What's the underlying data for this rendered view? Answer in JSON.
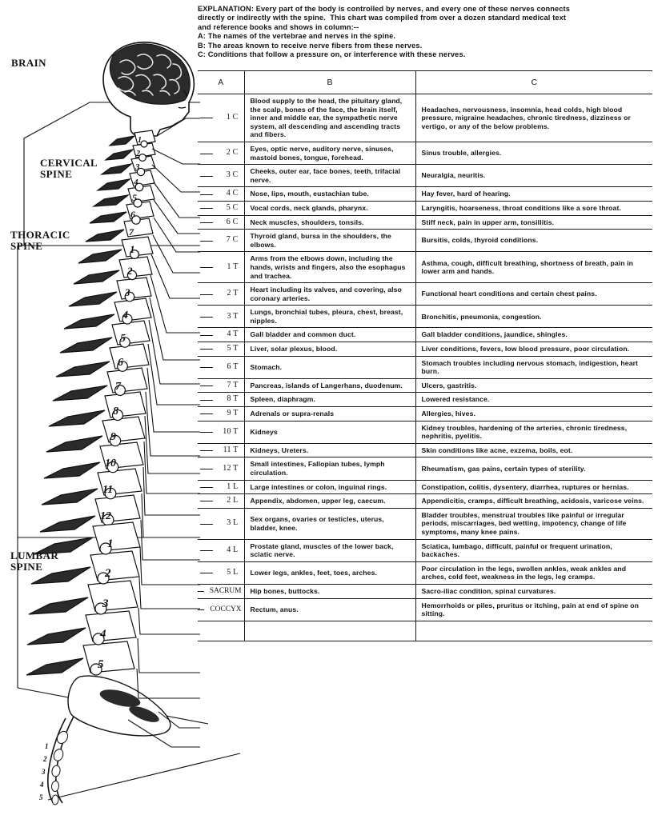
{
  "explanation": {
    "lines": [
      "EXPLANATION: Every part of the body is controlled by nerves, and every one of these nerves connects",
      "directly or indirectly with the spine.  This chart was compiled from over a dozen standard medical text",
      "and reference books and shows in column:--",
      "A: The names of the vertebrae and nerves in the spine.",
      "B: The areas known to receive nerve fibers from these nerves.",
      "C: Conditions that follow a pressure on, or interference with these nerves."
    ]
  },
  "regions": {
    "brain": "BRAIN",
    "cervical": "CERVICAL\nSPINE",
    "thoracic": "THORACIC\nSPINE",
    "lumbar": "LUMBAR\nSPINE"
  },
  "spine_numbers": {
    "cervical": [
      "1",
      "2",
      "3",
      "4",
      "5",
      "6",
      "7"
    ],
    "thoracic": [
      "1",
      "2",
      "3",
      "4",
      "5",
      "6",
      "7",
      "8",
      "9",
      "10",
      "11",
      "12"
    ],
    "lumbar": [
      "1",
      "2",
      "3",
      "4",
      "5"
    ]
  },
  "table": {
    "headers": {
      "a": "A",
      "b": "B",
      "c": "C"
    },
    "rows": [
      {
        "a": "1 C",
        "b": "Blood supply to the head, the pituitary gland, the scalp, bones of the face, the brain itself, inner and middle ear, the sympathetic nerve system, all descending and ascending tracts and fibers.",
        "c": "Headaches, nervousness, insomnia, head colds, high blood pressure, migraine headaches, chronic tiredness, dizziness or vertigo, or any of the below problems."
      },
      {
        "a": "2 C",
        "b": "Eyes, optic nerve, auditory nerve, sinuses, mastoid bones, tongue, forehead.",
        "c": "Sinus trouble, allergies."
      },
      {
        "a": "3 C",
        "b": "Cheeks, outer ear, face bones, teeth, trifacial nerve.",
        "c": "Neuralgia, neuritis."
      },
      {
        "a": "4 C",
        "b": "Nose, lips, mouth, eustachian tube.",
        "c": "Hay fever, hard of hearing."
      },
      {
        "a": "5 C",
        "b": "Vocal cords, neck glands, pharynx.",
        "c": "Laryngitis, hoarseness, throat conditions like a sore throat."
      },
      {
        "a": "6 C",
        "b": "Neck muscles, shoulders, tonsils.",
        "c": "Stiff neck, pain in upper arm, tonsillitis."
      },
      {
        "a": "7 C",
        "b": "Thyroid gland, bursa in the shoulders, the elbows.",
        "c": "Bursitis, colds, thyroid conditions."
      },
      {
        "a": "1 T",
        "b": "Arms from the elbows down, including the hands, wrists and fingers, also the esophagus and trachea.",
        "c": "Asthma, cough, difficult breathing, shortness of breath, pain in lower arm and hands."
      },
      {
        "a": "2 T",
        "b": "Heart including its valves, and covering, also coronary arteries.",
        "c": "Functional heart conditions and certain chest pains."
      },
      {
        "a": "3 T",
        "b": "Lungs, bronchial tubes, pleura, chest, breast, nipples.",
        "c": "Bronchitis, pneumonia, congestion."
      },
      {
        "a": "4 T",
        "b": "Gall bladder and common duct.",
        "c": "Gall bladder conditions, jaundice, shingles."
      },
      {
        "a": "5 T",
        "b": "Liver, solar plexus, blood.",
        "c": "Liver conditions, fevers, low blood pressure, poor circulation."
      },
      {
        "a": "6 T",
        "b": "Stomach.",
        "c": "Stomach troubles including nervous stomach, indigestion, heart burn."
      },
      {
        "a": "7 T",
        "b": "Pancreas, islands of Langerhans, duodenum.",
        "c": "Ulcers, gastritis."
      },
      {
        "a": "8 T",
        "b": "Spleen, diaphragm.",
        "c": "Lowered resistance."
      },
      {
        "a": "9 T",
        "b": "Adrenals or supra-renals",
        "c": "Allergies, hives."
      },
      {
        "a": "10 T",
        "b": "Kidneys",
        "c": "Kidney troubles, hardening of the arteries, chronic tiredness, nephritis, pyelitis."
      },
      {
        "a": "11 T",
        "b": "Kidneys, Ureters.",
        "c": "Skin conditions like acne, exzema, boils, eot."
      },
      {
        "a": "12 T",
        "b": "Small intestines, Fallopian tubes, lymph circulation.",
        "c": "Rheumatism, gas pains, certain types of sterility."
      },
      {
        "a": "1 L",
        "b": "Large intestines or colon, inguinal rings.",
        "c": "Constipation, colitis, dysentery, diarrhea, ruptures or hernias."
      },
      {
        "a": "2 L",
        "b": "Appendix, abdomen, upper leg, caecum.",
        "c": "Appendicitis, cramps, difficult breathing, acidosis, varicose veins."
      },
      {
        "a": "3 L",
        "b": "Sex organs, ovaries or testicles, uterus, bladder, knee.",
        "c": "Bladder troubles, menstrual troubles like painful or irregular periods, miscarriages, bed wetting, impotency, change of life symptoms, many knee pains."
      },
      {
        "a": "4 L",
        "b": "Prostate gland, muscles of the lower back, sciatic nerve.",
        "c": "Sciatica, lumbago, difficult, painful or frequent urination, backaches."
      },
      {
        "a": "5 L",
        "b": "Lower legs, ankles, feet, toes, arches.",
        "c": "Poor circulation in the legs, swollen ankles, weak ankles and arches, cold feet, weakness in the legs, leg cramps."
      },
      {
        "a": "SACRUM",
        "b": "Hip bones, buttocks.",
        "c": "Sacro-iliac condition, spinal curvatures."
      },
      {
        "a": "COCCYX",
        "b": "Rectum, anus.",
        "c": "Hemorrhoids or piles, pruritus or itching, pain at end of spine on sitting."
      }
    ]
  },
  "colors": {
    "ink": "#111111",
    "paper": "#ffffff"
  }
}
